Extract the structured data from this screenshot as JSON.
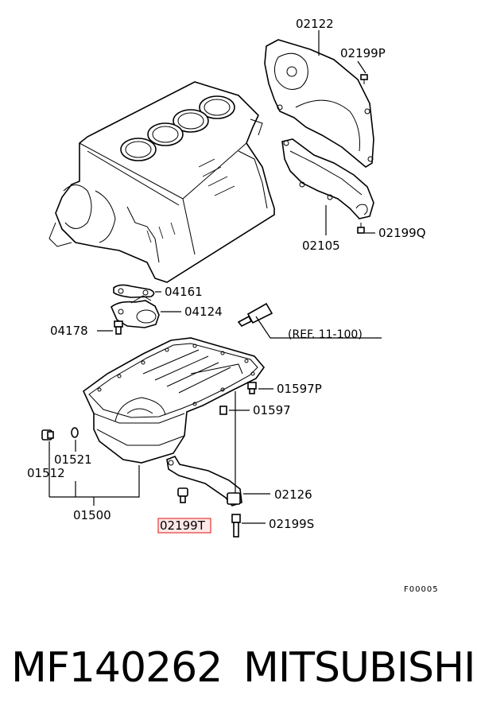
{
  "diagram": {
    "labels": {
      "p02122": "02122",
      "p02199P": "02199P",
      "p02105": "02105",
      "p02199Q": "02199Q",
      "p04161": "04161",
      "p04124": "04124",
      "p04178": "04178",
      "ref": "(REF. 11-100)",
      "p01597P": "01597P",
      "p01597": "01597",
      "p01521": "01521",
      "p01512": "01512",
      "p01500": "01500",
      "p02126": "02126",
      "p02199T": "02199T",
      "p02199S": "02199S"
    },
    "highlight_color": "#e53935",
    "highlight_fill": "#fde7e7",
    "figure_code": "F00005"
  },
  "caption": {
    "part_number": "MF140262",
    "brand": "MITSUBISHI"
  }
}
